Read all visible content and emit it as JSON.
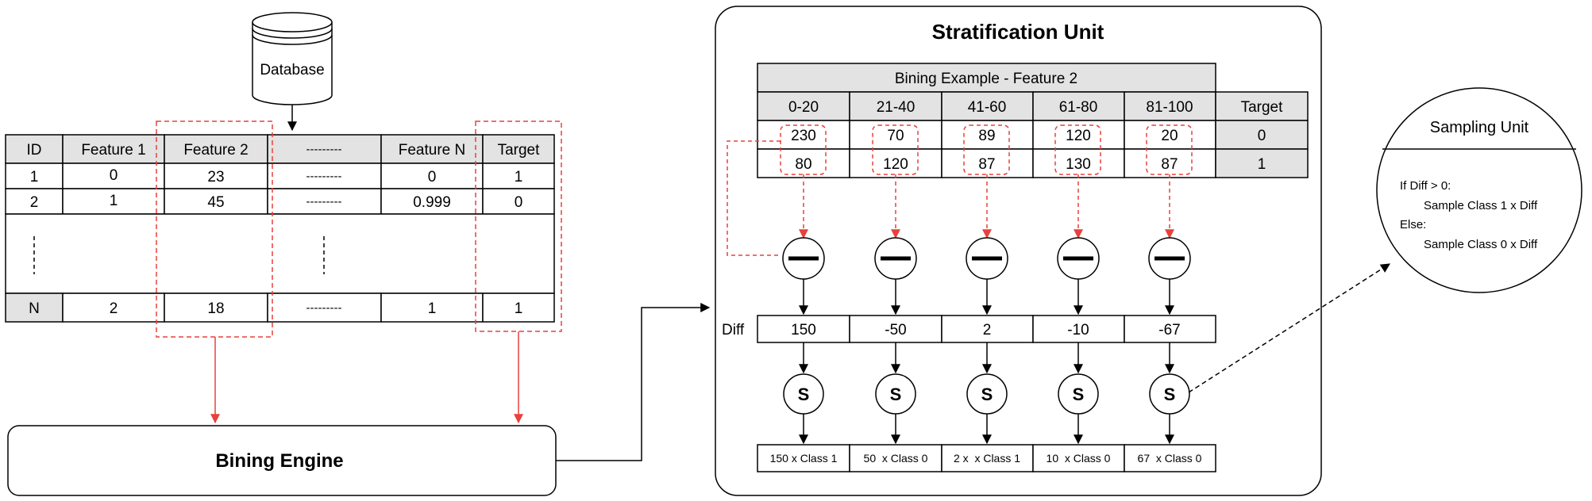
{
  "database": {
    "label": "Database"
  },
  "data_table": {
    "headers": [
      "ID",
      "Feature 1",
      "Feature 2",
      "---------",
      "Feature N",
      "Target"
    ],
    "rows": [
      [
        "1",
        "0",
        "23",
        "---------",
        "0",
        "1"
      ],
      [
        "2",
        "1",
        "45",
        "---------",
        "0.999",
        "0"
      ],
      [
        "N",
        "2",
        "18",
        "---------",
        "1",
        "1"
      ]
    ]
  },
  "bining_engine": {
    "label": "Bining Engine"
  },
  "stratification_unit": {
    "title": "Stratification Unit",
    "bining_title": "Bining Example - Feature 2",
    "bin_headers": [
      "0-20",
      "21-40",
      "41-60",
      "61-80",
      "81-100"
    ],
    "target_header": "Target",
    "class0_counts": [
      "230",
      "70",
      "89",
      "120",
      "20"
    ],
    "class1_counts": [
      "80",
      "120",
      "87",
      "130",
      "87"
    ],
    "target_values": [
      "0",
      "1"
    ],
    "diff_label": "Diff",
    "diff_values": [
      "150",
      "-50",
      "2",
      "-10",
      "-67"
    ],
    "sample_symbol": "S",
    "outputs": [
      "150 x Class 1",
      "50  x Class 0",
      "2 x  x Class 1",
      "10  x Class 0",
      "67  x Class 0"
    ]
  },
  "sampling_unit": {
    "title": "Sampling Unit",
    "lines": [
      "If Diff > 0:",
      "Sample Class 1 x Diff",
      "Else:",
      "Sample Class 0 x Diff"
    ]
  },
  "colors": {
    "red": "#e8413c",
    "header_gray": "#e3e3e3",
    "stroke": "#000000"
  }
}
